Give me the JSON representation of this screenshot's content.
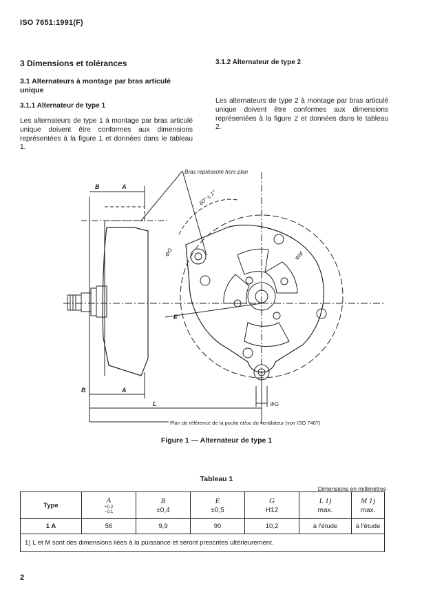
{
  "header": {
    "std_ref": "ISO 7651:1991(F)"
  },
  "section": {
    "title": "3  Dimensions et tolérances",
    "sub_title": "3.1  Alternateurs à montage par bras articulé unique",
    "h_111": "3.1.1  Alternateur de type 1",
    "p_111": "Les alternateurs de type 1 à montage par bras articulé unique doivent être conformes aux dimensions représentées à la figure 1 et données dans le tableau 1.",
    "h_112": "3.1.2  Alternateur de type 2",
    "p_112": "Les alternateurs de type 2 à montage par bras articulé unique doivent être conformes aux dimensions représentées à la figure 2 et données dans le tableau 2."
  },
  "figure": {
    "caption": "Figure 1 — Alternateur de type 1",
    "labels": {
      "arm_note": "Bras représenté hors plan",
      "angle": "60° ± 1°",
      "ref_plane": "Plan de référence de la poulie et/ou du ventilateur (voir ISO 7467)",
      "B": "B",
      "A": "A",
      "L": "L",
      "E": "E",
      "phiG": "ΦG",
      "phiM": "ΦM"
    }
  },
  "table": {
    "title": "Tableau 1",
    "units": "Dimensions en millimètres",
    "headers": [
      {
        "sym": "Type"
      },
      {
        "sym": "A",
        "tol_up": "+0,2",
        "tol_dn": "−0,1"
      },
      {
        "sym": "B",
        "tol": "±0,4"
      },
      {
        "sym": "E",
        "tol": "±0,5"
      },
      {
        "sym": "G",
        "tol": "H12"
      },
      {
        "sym": "L 1)",
        "tol": "max."
      },
      {
        "sym": "M 1)",
        "tol": "max."
      }
    ],
    "rows": [
      [
        "1 A",
        "56",
        "9,9",
        "90",
        "10,2",
        "à l'étude",
        "à l'étude"
      ]
    ],
    "footnote": "1)  L et M sont des dimensions liées à la puissance et seront prescrites ultérieurement."
  },
  "page_number": "2"
}
